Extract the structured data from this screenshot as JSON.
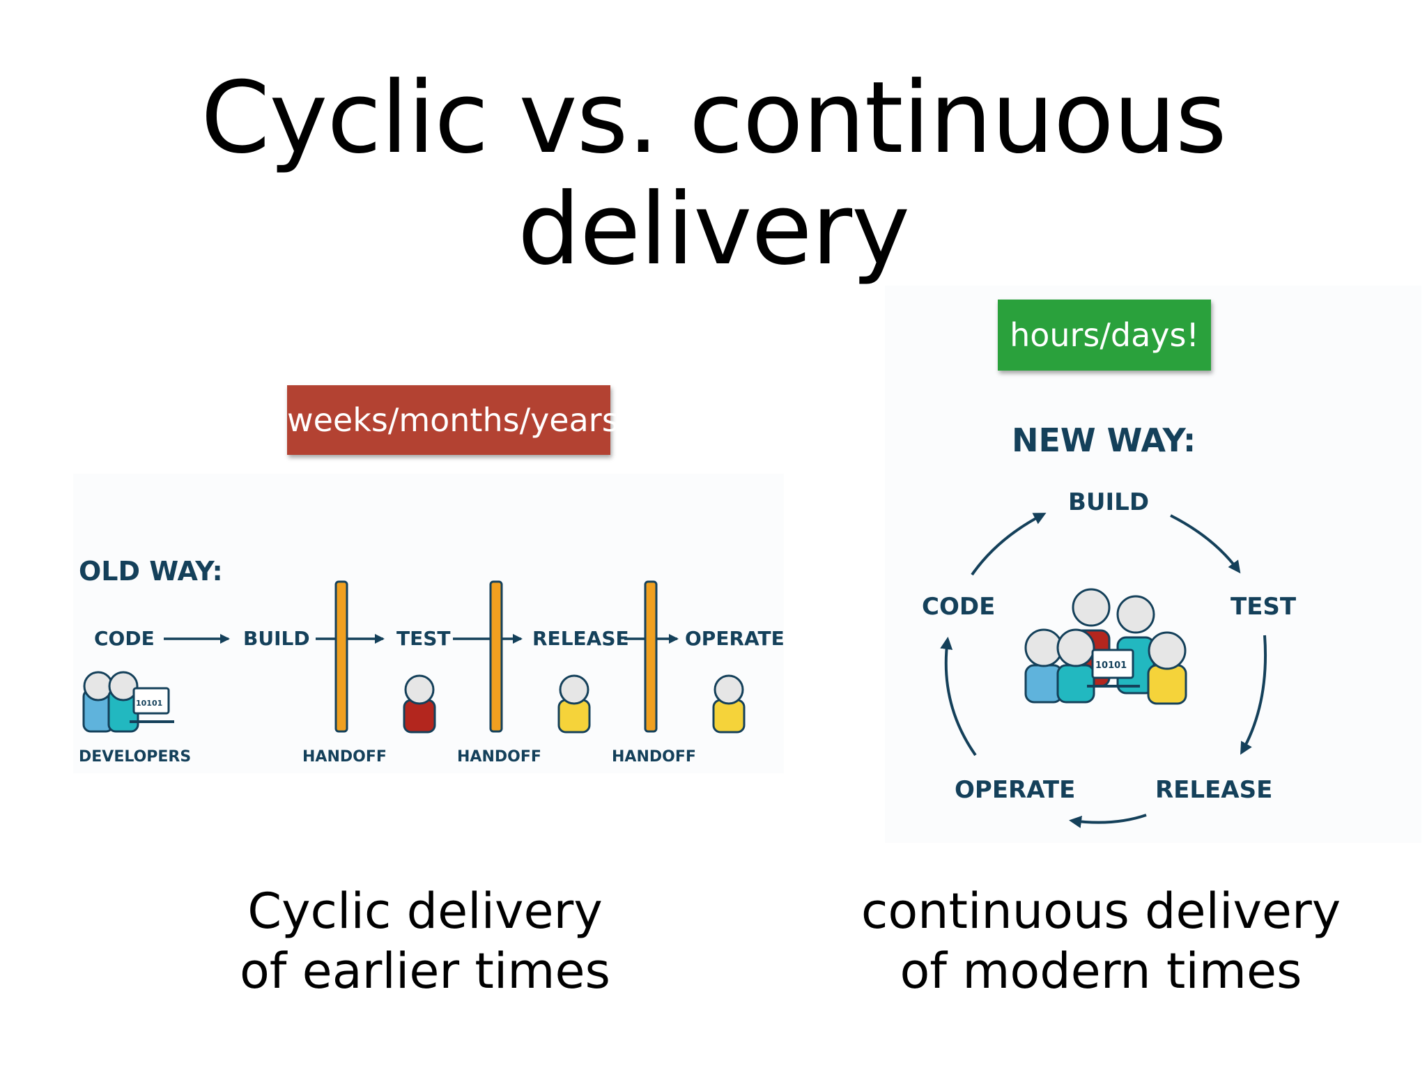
{
  "slide": {
    "title_line1": "Cyclic vs. continuous",
    "title_line2": "delivery"
  },
  "tags": {
    "old": "weeks/months/years",
    "new": "hours/days!"
  },
  "old_way": {
    "heading": "OLD WAY:",
    "stages": [
      "CODE",
      "BUILD",
      "TEST",
      "RELEASE",
      "OPERATE"
    ],
    "developers_label": "DEVELOPERS",
    "handoff_labels": [
      "HANDOFF",
      "HANDOFF",
      "HANDOFF"
    ],
    "screen_text": "10101"
  },
  "new_way": {
    "heading": "NEW WAY:",
    "stages": [
      "BUILD",
      "TEST",
      "RELEASE",
      "OPERATE",
      "CODE"
    ],
    "screen_text": "10101"
  },
  "captions": {
    "left_line1": "Cyclic delivery",
    "left_line2": "of earlier times",
    "right_line1": "continuous delivery",
    "right_line2": "of modern times"
  },
  "colors": {
    "red_tag": "#b34232",
    "green_tag": "#2aa13c",
    "navy": "#14405a",
    "orange_bar": "#f0a020",
    "person_blue": "#5fb3dc",
    "person_teal": "#22b8c0",
    "person_red": "#b3261e",
    "person_yellow": "#f5d33a"
  }
}
